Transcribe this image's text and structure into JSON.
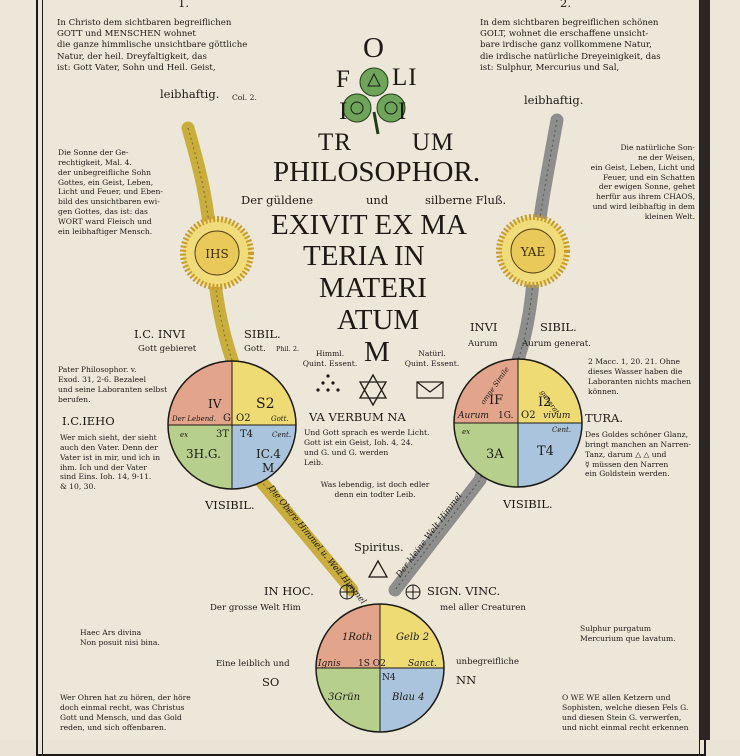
{
  "left_column": {
    "number": "1.",
    "intro": "In Christo dem sichtbaren begreiflichen\nGOTT und MENSCHEN wohnet\ndie ganze himmlische unsichtbare göttliche\nNatur, der heil. Dreyfaltigkeit, das\nist: Gott Vater, Sohn und Heil. Geist,",
    "leibhaftig": "leibhaftig.",
    "ref": "Col. 2.",
    "sun_text": "Die Sonne der Ge-\nrechtigkeit, Mal. 4.\nder unbegreifliche Sohn\nGottes, ein Geist, Leben,\nLicht und Feuer, und Eben-\nbild des unsichtbaren ewi-\ngen Gottes, das ist: das\nWORT ward Fleisch und\nein leibhaftiger Mensch.",
    "pater": "Pater Philosophor. v.\nExod. 31, 2-6. Bezaleel\nund seine Laboranten selbst\nberufen.",
    "jeho": "I.C.IEHO",
    "wer_mich": "Wer mich sieht, der sieht\nauch den Vater. Denn der\nVater ist in mir, und ich in\nihm.  Ich und der Vater\nsind Eins. Ioh. 14, 9-11.\n& 10, 30.",
    "haec": "Haec Ars divina\nNon posuit nisi bina.",
    "wer_ohren": "Wer Ohren hat zu hören, der höre\ndoch einmal recht, was Christus\nGott und Mensch, und das Gold\nreden, und sich offenbaren."
  },
  "right_column": {
    "number": "2.",
    "intro": "In dem sichtbaren begreiflichen schönen\nGOLT, wohnet die erschaffene unsicht-\nbare irdische ganz vollkommene Natur,\ndie irdische natürliche Dreyeinigkeit, das\nist: Sulphur, Mercurius und Sal,",
    "leibhaftig": "leibhaftig.",
    "sun_text": "Die natürliche Son-\nne der Weisen,\nein Geist, Leben, Licht und\nFeuer, und ein Schatten\nder ewigen Sonne, gehet\nherfür aus ihrem CHAOS,\nund wird leibhaftig in dem\nkleinen Welt.",
    "macc": "2 Macc. 1, 20. 21.  Ohne\ndieses Wasser haben die\nLaboranten nichts machen\nkönnen.",
    "tura": "TURA.",
    "goldes": "Des Goldes schöner Glanz,\nbringt manchen an Narren-\nTanz, darum △ △ und\n☿ müssen den Narren\nein Goldstein werden.",
    "sulphur": "Sulphur purgatum\nMercurium que lavatum.",
    "owe": "O WE WE allen Ketzern und\nSophisten, welche diesen Fels G.\nund diesen Stein G. verwerfen,\nund nicht einmal recht erkennen"
  },
  "center": {
    "o": "O",
    "fo": "F",
    "li": "LI",
    "i": "I",
    "i2": "I",
    "tr": "TR",
    "um": "UM",
    "philosophor": "PHILOSOPHOR.",
    "fluss_a": "Der güldene",
    "fluss_b": "und",
    "fluss_c": "silberne Fluß.",
    "exivit": "EXIVIT EX MA",
    "teria": "TERIA IN",
    "materi": "MATERI",
    "atum": "ATUM",
    "m": "M",
    "himml": "Himml.\nQuint. Essent.",
    "natuerl": "Natürl.\nQuint. Essent.",
    "va_verbum": "VA VERBUM NA",
    "und_gott": "Und Gott sprach es werde Licht.\nGott ist ein Geist, Ioh. 4, 24.\nund G. und G. werden\nLeib.",
    "was_lebendig": "Was lebendig, ist doch edler\ndenn ein todter Leib.",
    "spiritus": "Spiritus.",
    "in_hoc": "IN HOC.",
    "sign_vinc": "SIGN. VINC.",
    "grosse_welt": "Der grosse Welt Him",
    "aller_creaturen": "mel aller Creaturen",
    "eine_leiblich": "Eine leiblich und",
    "unbegreifliche": "unbegreifliche",
    "so": "SO",
    "nn": "NN",
    "river_left": "Die Obere Himmel u. Welt Himmel",
    "river_right": "Der kleine Welt Himmel"
  },
  "left_circle": {
    "title_a": "I.C. INVI",
    "title_b": "SIBIL.",
    "sub_a": "Gott gebieret",
    "sub_b": "Gott.",
    "ref": "Phil. 2.",
    "visibil": "VISIBIL.",
    "q1": "IV",
    "q2": "S2",
    "q2b": "Gott.",
    "q3": "3H.G.",
    "q4": "IC.4\nM.",
    "center_a": "G",
    "center_b": "O2",
    "left_word": "Der Lebend.",
    "ex": "ex",
    "cent": "Cent.",
    "t_a": "3T",
    "t_b": "T4"
  },
  "right_circle": {
    "title_a": "INVI",
    "title_b": "SIBIL.",
    "sub_a": "Aurum",
    "sub_b": "Aurum generat.",
    "visibil": "VISIBIL.",
    "q1a": "omne Simile",
    "q1b": "generat",
    "q1": "IF",
    "q2": "I2",
    "aurum": "Aurum",
    "vivum": "vivum",
    "q3": "3A",
    "q4": "T4",
    "center_a": "1G.",
    "center_b": "O2",
    "ex": "ex",
    "cent": "Cent."
  },
  "bottom_circle": {
    "q1": "1Roth",
    "q2": "Gelb 2",
    "ignis": "Ignis",
    "sanct": "Sanct.",
    "q3": "3Grün",
    "q4": "Blau 4",
    "center": "1S O2",
    "n": "N4"
  },
  "sun_left_label": "IHS",
  "sun_right_label": "YAE",
  "colors": {
    "paper": "#ece7d9",
    "red_quadrant": "#e3a48c",
    "yellow_quadrant": "#eedb74",
    "green_quadrant": "#b7cf8c",
    "blue_quadrant": "#a9c4dc",
    "gold_river": "#c9ae3e",
    "silver_river": "#8e8e8c",
    "clover": "#6fa55a"
  }
}
